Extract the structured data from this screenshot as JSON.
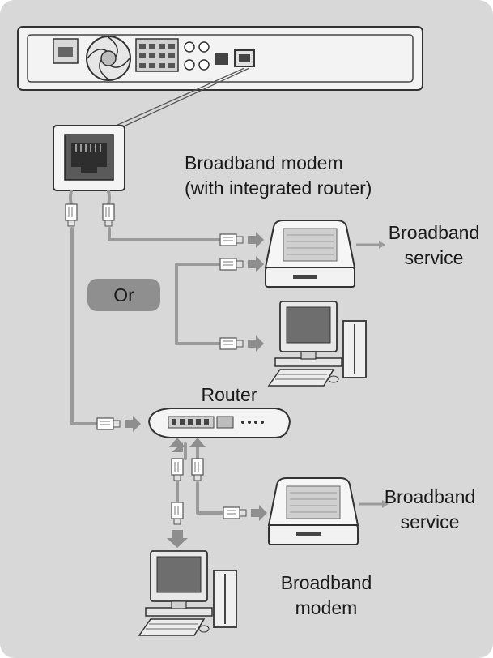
{
  "labels": {
    "modem_router_line1": "Broadband modem",
    "modem_router_line2": "(with integrated router)",
    "service_top_line1": "Broadband",
    "service_top_line2": "service",
    "or": "Or",
    "router": "Router",
    "service_bottom_line1": "Broadband",
    "service_bottom_line2": "service",
    "modem_bottom_line1": "Broadband",
    "modem_bottom_line2": "modem"
  },
  "colors": {
    "panel": "#d8d8d8",
    "cable": "#9a9a9a",
    "arrow": "#8e8e8e",
    "device_body": "#f2f2f2",
    "device_outline": "#333333",
    "pill": "#8f8f8f"
  }
}
